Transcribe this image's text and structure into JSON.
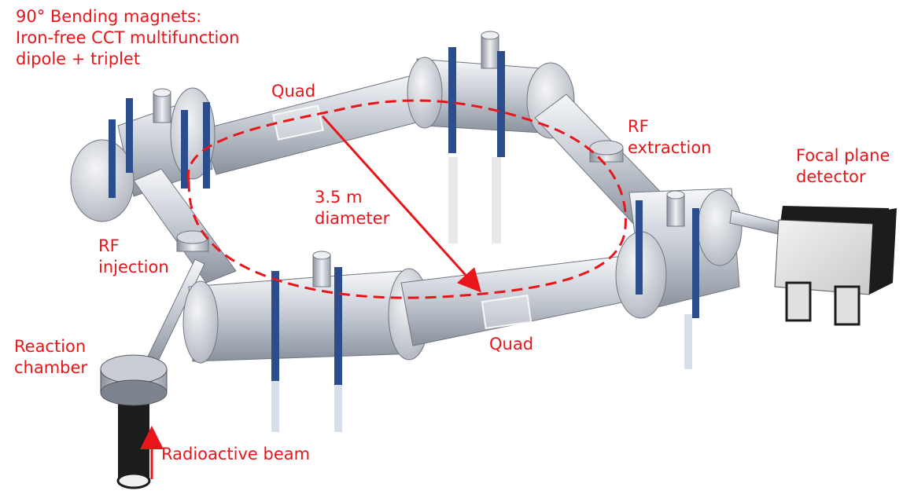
{
  "labels": {
    "bending_magnets": "90° Bending magnets:\nIron-free CCT multifunction\ndipole + triplet",
    "quad_top": "Quad",
    "quad_bottom": "Quad",
    "rf_extraction": "RF\nextraction",
    "focal_plane": "Focal plane\ndetector",
    "diameter": "3.5 m\ndiameter",
    "rf_injection": "RF\ninjection",
    "reaction_chamber": "Reaction\nchamber",
    "radioactive_beam": "Radioactive beam"
  },
  "colors": {
    "annotation": "#e8151b",
    "steel_light": "#e9ecf1",
    "steel_mid": "#b9bfc9",
    "steel_dark": "#7d848f",
    "frame_blue": "#2b4d8c",
    "detector_black": "#1c1c1c"
  }
}
